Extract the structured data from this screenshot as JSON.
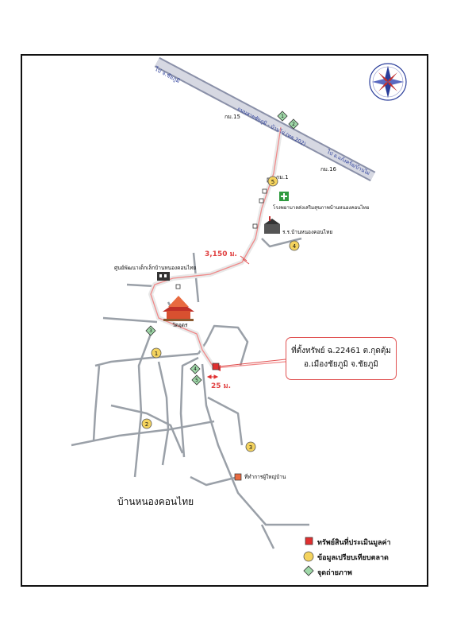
{
  "map": {
    "highway_label": "ถนนสายชัยภูมิ - บ้านไผ่ (ทล.202)",
    "to_north": "ไป จ.ชัยภูมิ",
    "to_south": "ไป อ.แก้งคร้อ/บ้านไผ่",
    "km_15": "กม.15",
    "km_16": "กม.16",
    "km_1": "กม.1",
    "hospital": "โรงพยาบาลส่งเสริมสุขภาพบ้านหนองคอนไทย",
    "school": "ร.ร.บ้านหนองคอนไทย",
    "child_center": "ศูนย์พัฒนาเด็กเล็กบ้านหนองคอนไทย",
    "temple": "วัดอุดร",
    "village_chief": "ที่ทำการผู้ใหญ่บ้าน",
    "village_name": "บ้านหนองคอนไทย",
    "distance_main": "3,150 ม.",
    "distance_short": "25 ม.",
    "callout_line1": "ที่ตั้งทรัพย์ ฉ.22461 ต.กุดตุ้ม",
    "callout_line2": "อ.เมืองชัยภูมิ จ.ชัยภูมิ",
    "compass": "compass-rose-icon",
    "markers": {
      "comp1": "1",
      "comp2": "2",
      "comp3": "3",
      "comp4": "4",
      "comp5": "5",
      "photo1": "1",
      "photo2": "2",
      "photo3": "3",
      "photo4": "4",
      "photo5": "5"
    },
    "colors": {
      "route": "#f08a8a",
      "property": "#e03030",
      "comparable": "#f4d35e",
      "photo": "#9fd8a8",
      "highway": "#2a3d9a"
    }
  },
  "legend": {
    "property": "ทรัพย์สินที่ประเมินมูลค่า",
    "comparable": "ข้อมูลเปรียบเทียบตลาด",
    "photo": "จุดถ่ายภาพ"
  }
}
